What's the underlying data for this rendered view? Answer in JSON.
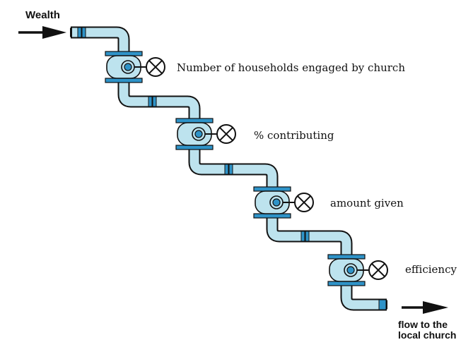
{
  "header": {
    "input_label": "Wealth"
  },
  "valves": [
    {
      "label": "Number of households engaged by church"
    },
    {
      "label": "% contributing"
    },
    {
      "label": "amount given"
    },
    {
      "label": "efficiency"
    }
  ],
  "footer": {
    "output_line1": "flow to the",
    "output_line2": "local church"
  },
  "colors": {
    "pipe_fill": "#bde3ee",
    "pipe_stroke": "#111111",
    "joint_band": "#2e93c8",
    "flange": "#2e93c8",
    "valve_core": "#2e93c8",
    "arrow": "#111111"
  },
  "icons": {
    "input_arrow": "arrow-right-icon",
    "output_arrow": "arrow-right-icon",
    "valve_multiplier": "circled-x-icon"
  }
}
